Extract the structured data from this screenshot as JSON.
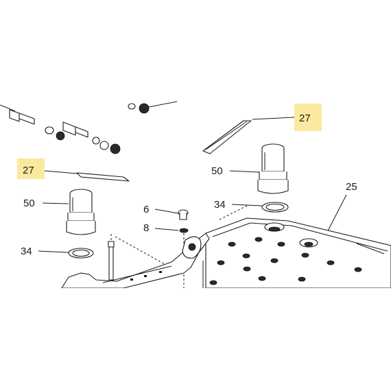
{
  "callouts": {
    "c27_right": "27",
    "c27_left": "27",
    "c50_right": "50",
    "c50_left": "50",
    "c25": "25",
    "c34_right": "34",
    "c34_left": "34",
    "c6": "6",
    "c8": "8"
  },
  "colors": {
    "highlight": "#fbe9a0",
    "line": "#1a1a1a",
    "background": "#ffffff"
  },
  "icons": {
    "diagram": "exploded-parts-view"
  }
}
